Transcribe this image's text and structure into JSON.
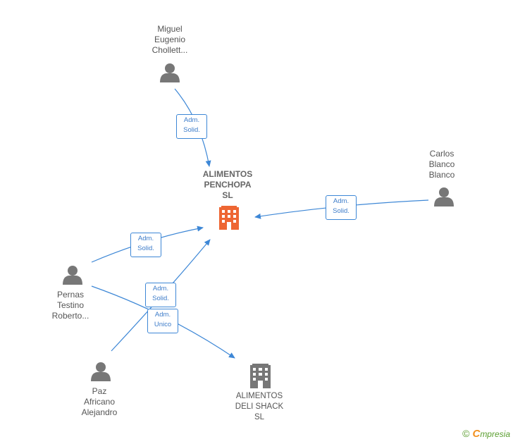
{
  "nodes": {
    "center": {
      "lines": [
        "ALIMENTOS",
        "PENCHOPA",
        "SL"
      ],
      "icon": "building-icon",
      "color": "#ee6633"
    },
    "miguel": {
      "lines": [
        "Miguel",
        "Eugenio",
        "Chollett..."
      ],
      "icon": "person-icon"
    },
    "carlos": {
      "lines": [
        "Carlos",
        "Blanco",
        "Blanco"
      ],
      "icon": "person-icon"
    },
    "pernas": {
      "lines": [
        "Pernas",
        "Testino",
        "Roberto..."
      ],
      "icon": "person-icon"
    },
    "paz": {
      "lines": [
        "Paz",
        "Africano",
        "Alejandro"
      ],
      "icon": "person-icon"
    },
    "deli": {
      "lines": [
        "ALIMENTOS",
        "DELI SHACK",
        "SL"
      ],
      "icon": "building-icon",
      "color": "#777777"
    }
  },
  "edges": [
    {
      "from": "miguel",
      "to": "center",
      "label": [
        "Adm.",
        "Solid."
      ]
    },
    {
      "from": "carlos",
      "to": "center",
      "label": [
        "Adm.",
        "Solid."
      ]
    },
    {
      "from": "pernas",
      "to": "center",
      "label": [
        "Adm.",
        "Solid."
      ]
    },
    {
      "from": "paz",
      "to": "center",
      "label": [
        "Adm.",
        "Solid."
      ]
    },
    {
      "from": "pernas",
      "to": "deli",
      "label": [
        "Adm.",
        "Unico"
      ]
    }
  ],
  "colors": {
    "edge": "#3d87d6",
    "person": "#777777",
    "text": "#555555"
  },
  "brand": {
    "copyright": "©",
    "name_first": "C",
    "name_rest": "mpresia"
  }
}
